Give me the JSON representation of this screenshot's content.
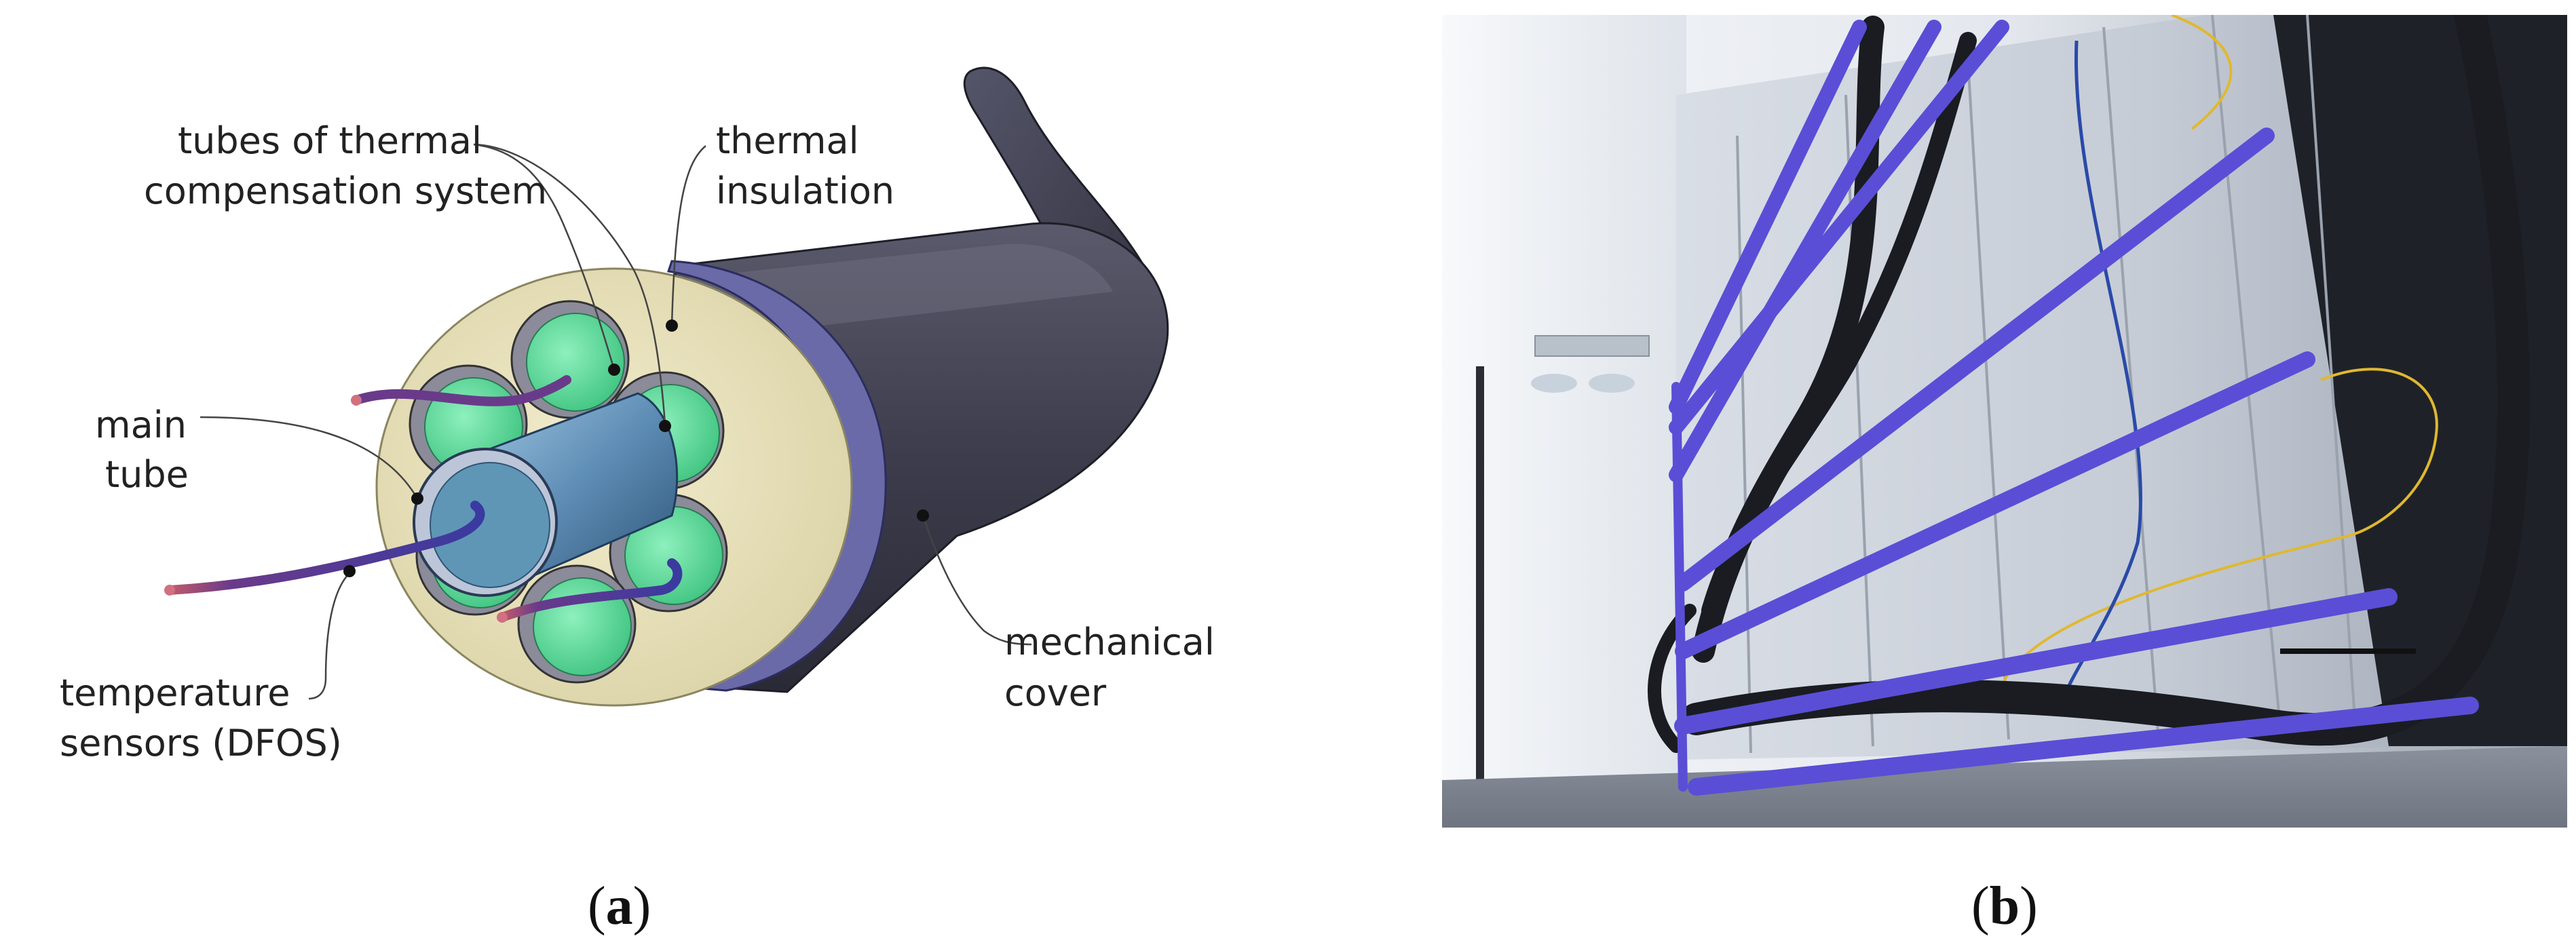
{
  "panel_a": {
    "labels": {
      "tubes_line1": "tubes of thermal",
      "tubes_line2": "compensation system",
      "insulation_line1": "thermal",
      "insulation_line2": "insulation",
      "main_tube_line1": "main",
      "main_tube_line2": "tube",
      "sensors_line1": "temperature",
      "sensors_line2": "sensors (DFOS)",
      "cover_line1": "mechanical",
      "cover_line2": "cover"
    },
    "caption_open": "(",
    "caption_letter": "a",
    "caption_close": ")"
  },
  "panel_b": {
    "caption_open": "(",
    "caption_letter": "b",
    "caption_close": ")"
  },
  "colors": {
    "cover": "#3f3f50",
    "insulation_face": "#ece6c2",
    "insulation_band": "#6a6aa8",
    "compensation_tube": "#5fd99a",
    "main_tube": "#5a88b0",
    "sensor_cable": "#6a3a8a",
    "frame_bar": "#5a4ed6"
  }
}
